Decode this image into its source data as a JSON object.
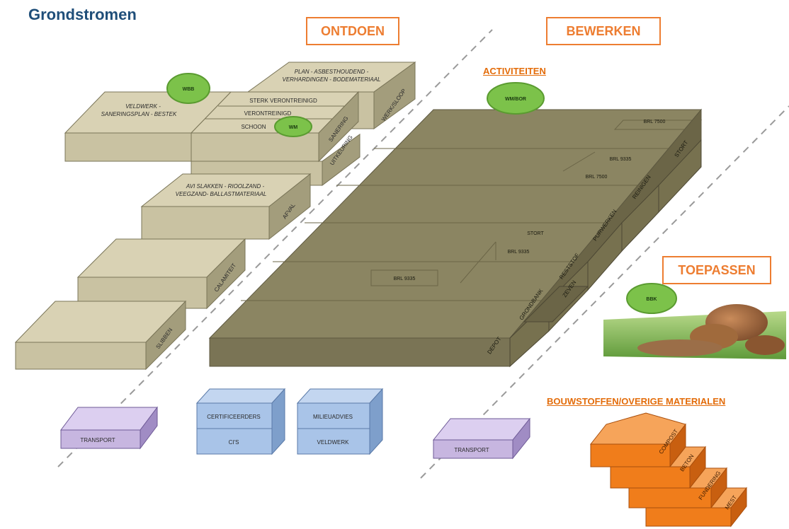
{
  "title": "Grondstromen",
  "sections": {
    "ontdoen": "ONTDOEN",
    "bewerken": "BEWERKEN",
    "toepassen": "TOEPASSEN"
  },
  "activiteiten": "ACTIVITEITEN",
  "bouwstoffen": "BOUWSTOFFEN/OVERIGE MATERIALEN",
  "ovals": {
    "wbb": "WBB",
    "wm": "WM",
    "wm_bor": "WM/BOR",
    "bbk": "BBK"
  },
  "ontdoen_blocks": {
    "sloop_text1": "PLAN -   ASBESTHOUDEND -",
    "sloop_text2": "VERHARDINGEN - BODEMATERIAAL",
    "sloop_side": "WERK/SLOOP",
    "veldwerk_text1": "VELDWERK -",
    "veldwerk_text2": "SANERINGSPLAN - BESTEK",
    "sterk": "STERK VERONTREINIGD",
    "verontreinigd": "VERONTREINIGD",
    "schoon": "SCHOON",
    "sanering": "SANERING",
    "uitkeuring": "UITKEURING",
    "afval_text1": "AVI SLAKKEN -   RIOOLZAND -",
    "afval_text2": "VEEGZAND- BALLASTMATERIAAL",
    "afval": "AFVAL",
    "calamiteit": "CALAMITEIT",
    "slibben": "SLIBBEN"
  },
  "bewerken_labels": {
    "brl7500_top": "BRL 7500",
    "brl9335_a": "BRL 9335",
    "brl7500_b": "BRL 7500",
    "stort_top": "STORT",
    "reinigen": "REINIGEN",
    "purwerken": "PURWERKEN",
    "stort_mid": "STORT",
    "brl9335_c": "BRL 9335",
    "reststof": "RESTSTOF",
    "zeven": "ZEVEN",
    "brl9335_main": "BRL 9335",
    "grondbank": "GRONDBANK",
    "depot": "DEPOT"
  },
  "bottom": {
    "transport1": "TRANSPORT",
    "certificeerders": "CERTIFICEERDERS",
    "ci": "CI'S",
    "milieuadvies": "MILIEUADVIES",
    "veldwerk": "VELDWERK",
    "transport2": "TRANSPORT"
  },
  "stairs": [
    "COMPOST",
    "BETON",
    "FUNDERING",
    "MEST"
  ],
  "colors": {
    "title": "#1f4e79",
    "accent": "#ed7d31",
    "khaki_top": "#d9d2b4",
    "khaki_side": "#a39d7c",
    "olive_top": "#8b8562",
    "olive_side": "#6b6547",
    "purple": "#c7b6e0",
    "blue": "#a9c4e8",
    "green": "#7cc24a",
    "orange": "#f07d1b"
  }
}
